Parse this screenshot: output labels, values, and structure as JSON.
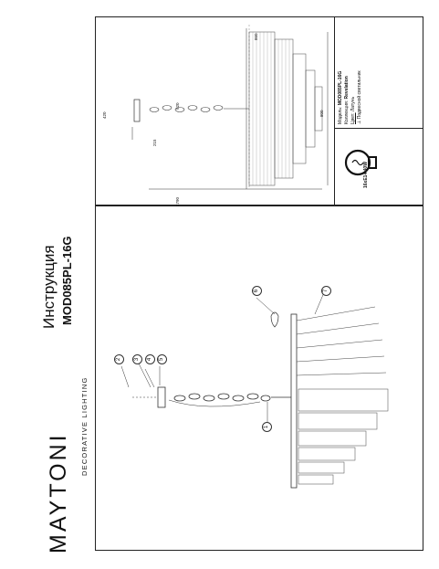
{
  "brand": {
    "name": "MAYTONI",
    "tagline": "DECORATIVE LIGHTING"
  },
  "document": {
    "title": "Инструкция",
    "model": "MOD085PL-16G"
  },
  "callouts": [
    "1",
    "2",
    "3",
    "4",
    "5",
    "6",
    "7"
  ],
  "dimensions": {
    "top_width": "860",
    "bottom_width": "420",
    "height_full": "1790",
    "height_body": "920",
    "shade_width": "800",
    "chain_link": "215"
  },
  "spec": {
    "model_label": "Модель:",
    "model_value": "MOD085PL-16G",
    "collection_label": "Коллекция:",
    "collection_value": "Revelation",
    "color_label": "Цвет:",
    "color_value": "Латунь",
    "type_value": "Подвесной светильник"
  },
  "bulb": {
    "spec": "16xE14 40W"
  }
}
